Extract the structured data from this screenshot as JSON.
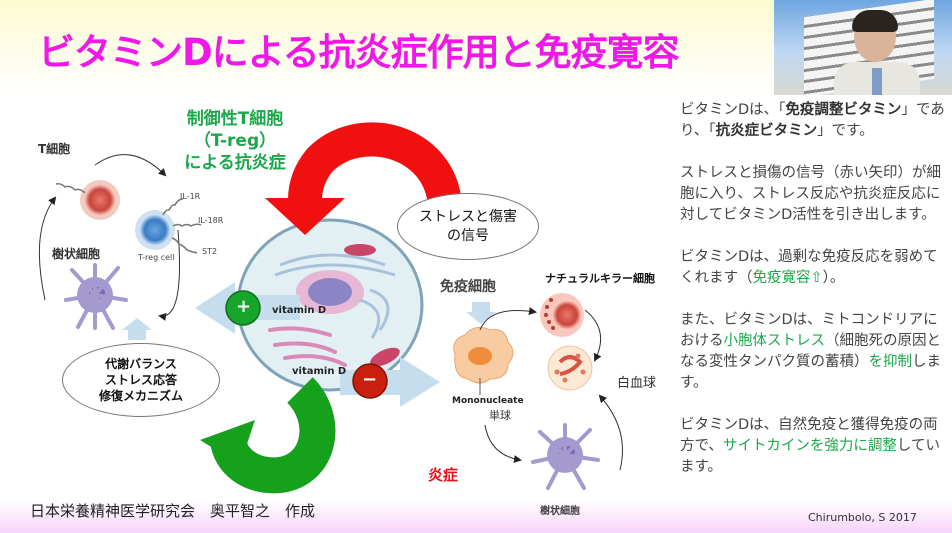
{
  "title": "ビタミンDによる抗炎症作用と免疫寛容",
  "photo": {
    "description": "presenter-photo"
  },
  "diagram": {
    "treg_heading": [
      "制御性T細胞",
      "（T-reg）",
      "による抗炎症"
    ],
    "t_cell_label": "T細胞",
    "dendritic_cell_label_left": "樹状細胞",
    "treg_cell_label": "T-reg cell",
    "receptors": [
      "IL-1R",
      "IL-18R",
      "ST2"
    ],
    "metabolic_ellipse": [
      "代謝バランス",
      "ストレス応答",
      "修復メカニズム"
    ],
    "stress_ellipse": [
      "ストレスと傷害",
      "の信号"
    ],
    "vitamin_d_plus": "vitamin D",
    "vitamin_d_minus": "vitamin D",
    "plus_sign": "+",
    "minus_sign": "−",
    "immune_cells_label": "免疫細胞",
    "nk_cell_label": "ナチュラルキラー細胞",
    "white_blood_cell_label": "白血球",
    "mononucleate_label": "Mononucleate",
    "monocyte_label": "単球",
    "inflammation_label": "炎症",
    "dendritic_cell_label_right": "樹状細胞",
    "colors": {
      "red_arrow": "#f01010",
      "green_arrow": "#16a11c",
      "plus": "#17a52b",
      "minus": "#c8200c",
      "blue_arrow": "#c6ddee"
    }
  },
  "right_panel": {
    "p1": {
      "a": "ビタミンDは、「",
      "b": "免疫調整ビタミン",
      "c": "」であり、「",
      "d": "抗炎症ビタミン",
      "e": "」です。"
    },
    "p2": "ストレスと損傷の信号（赤い矢印）が細胞に入り、ストレス反応や抗炎症反応に対してビタミンD活性を引き出します。",
    "p3": {
      "a": "ビタミンDは、過剰な免疫反応を弱めてくれます（",
      "b": "免疫寛容⇧",
      "c": "）。"
    },
    "p4": {
      "a": "また、ビタミンDは、ミトコンドリアにおける",
      "b": "小胞体ストレス",
      "c": "（細胞死の原因となる変性タンパク質の蓄積）",
      "d": "を抑制",
      "e": "します。"
    },
    "p5": {
      "a": "ビタミンDは、自然免疫と獲得免疫の両方で、",
      "b": "サイトカインを強力に調整",
      "c": "しています。"
    }
  },
  "footer": "日本栄養精神医学研究会　奥平智之　作成",
  "citation": "Chirumbolo, S  2017"
}
